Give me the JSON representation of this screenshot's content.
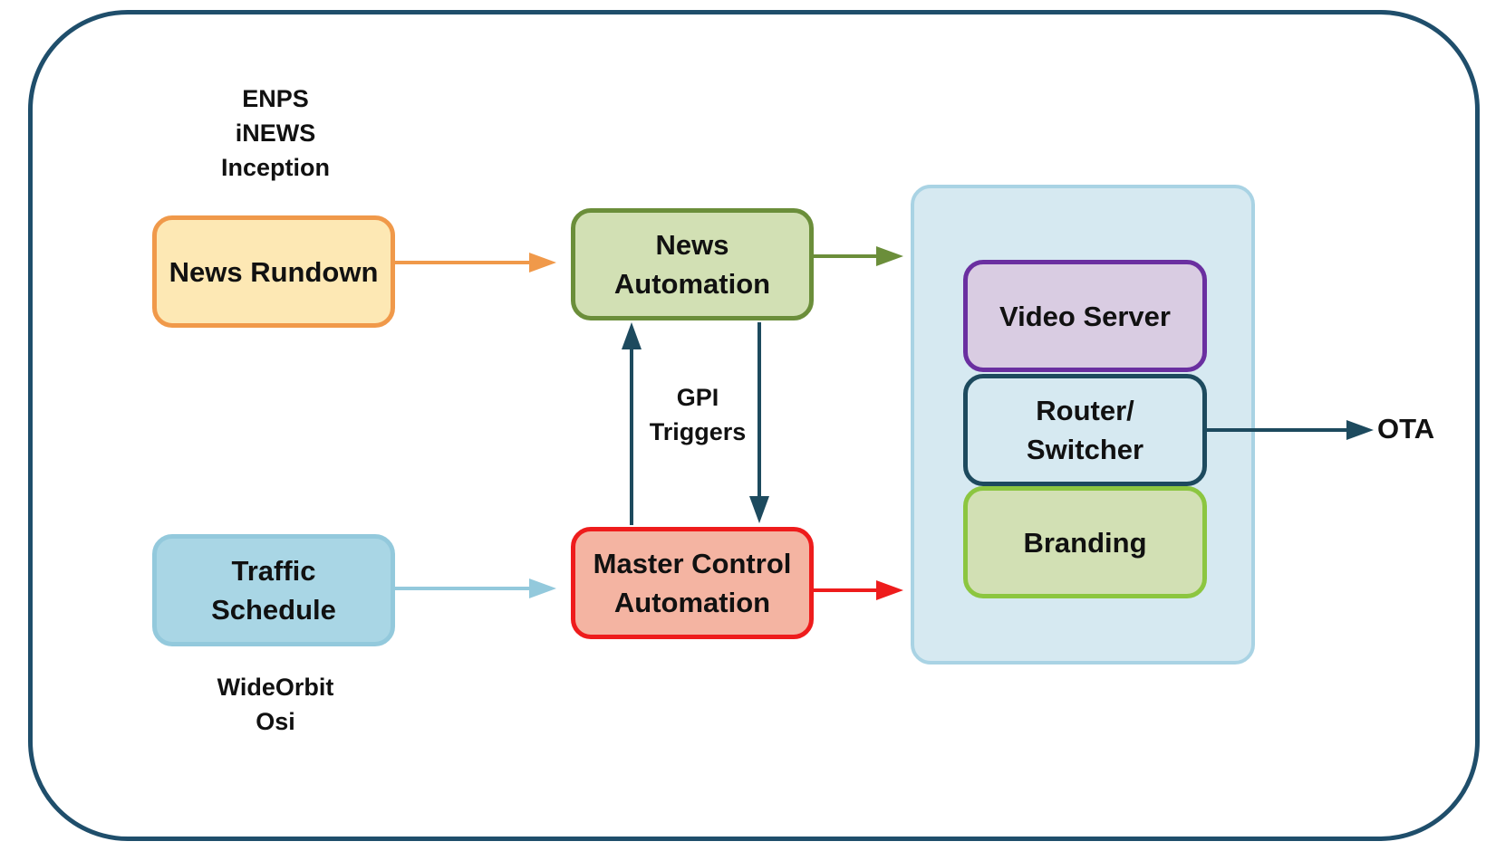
{
  "nodes": {
    "news_rundown": "News Rundown",
    "traffic_schedule": "Traffic\nSchedule",
    "news_automation": "News\nAutomation",
    "master_control": "Master Control\nAutomation",
    "video_server": "Video Server",
    "router_switcher": "Router/\nSwitcher",
    "branding": "Branding"
  },
  "labels": {
    "news_sources": "ENPS\niNEWS\nInception",
    "traffic_sources": "WideOrbit\nOsi",
    "gpi_triggers": "GPI\nTriggers",
    "ota": "OTA"
  },
  "colors": {
    "frame": "#1f4e6b",
    "news_rundown_arrow": "#f0994a",
    "traffic_arrow": "#93c9dc",
    "news_automation_arrow": "#6b8e3a",
    "master_control_arrow": "#ee1c1c",
    "gpi_arrow": "#1d4a5e",
    "ota_arrow": "#1d4a5e"
  }
}
